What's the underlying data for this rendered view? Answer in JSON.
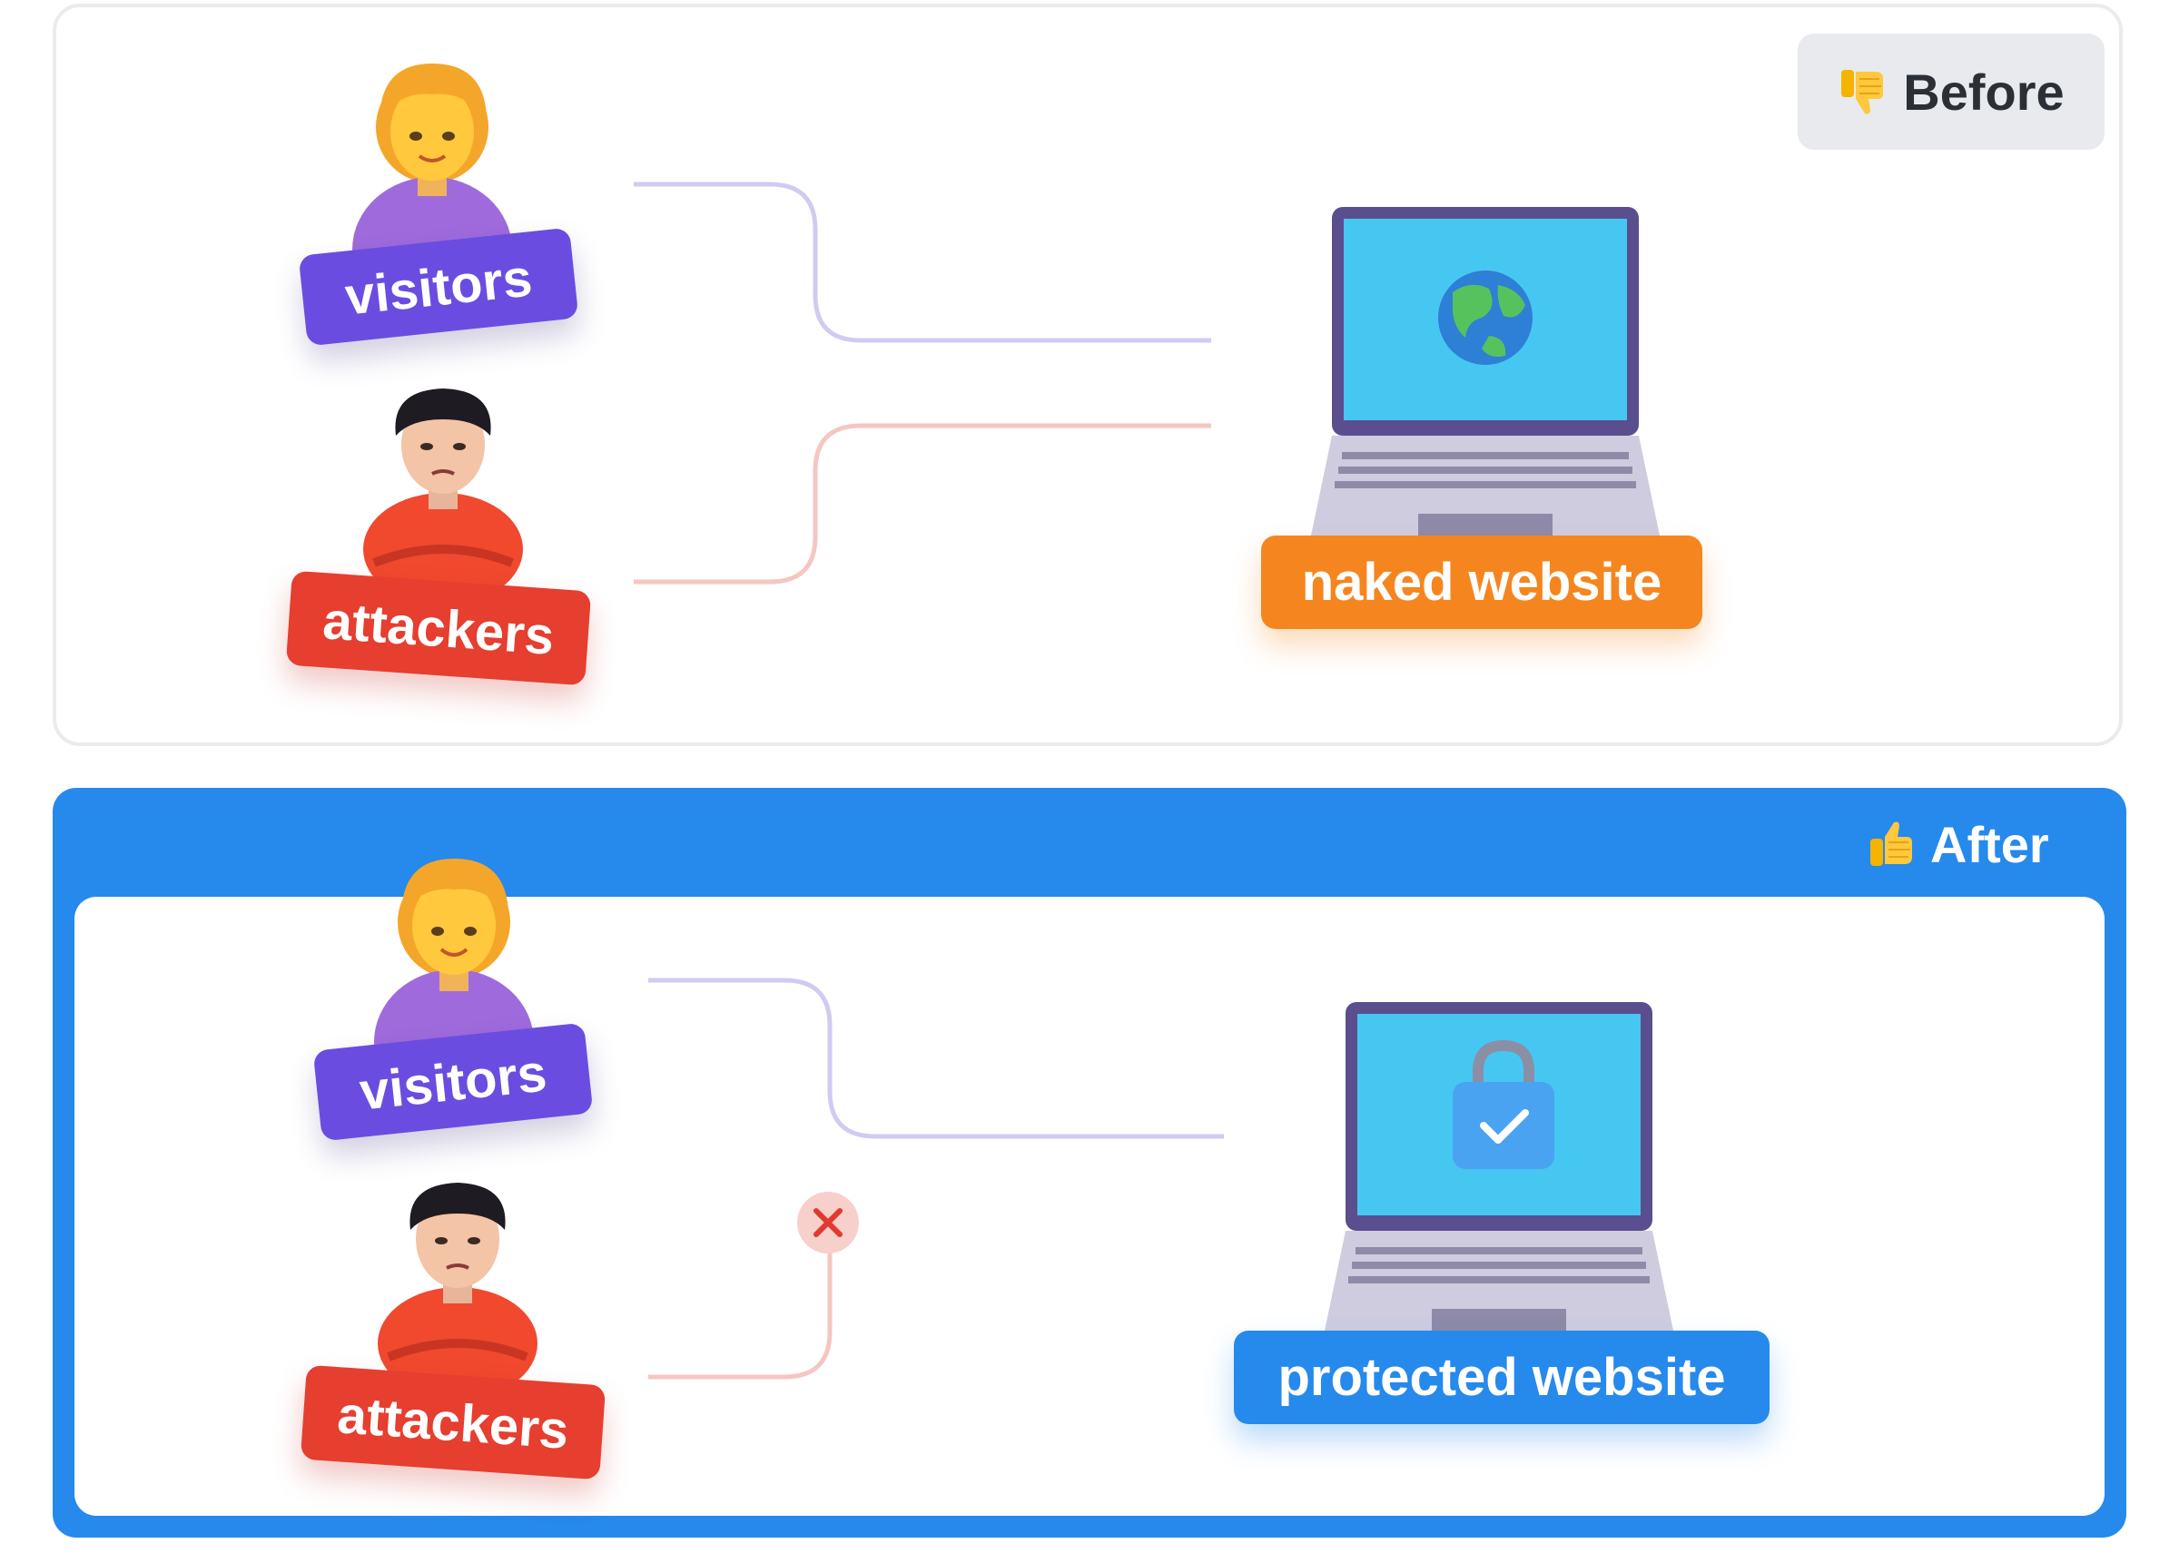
{
  "before": {
    "badge_label": "Before",
    "badge_icon": "thumbs-down-icon",
    "visitors_label": "visitors",
    "attackers_label": "attackers",
    "website_label": "naked website",
    "website_icon": "globe-icon"
  },
  "after": {
    "badge_label": "After",
    "badge_icon": "thumbs-up-icon",
    "visitors_label": "visitors",
    "attackers_label": "attackers",
    "website_label": "protected website",
    "website_icon": "lock-check-icon",
    "blocked_icon": "x-icon"
  },
  "colors": {
    "visitors": "#6a4de0",
    "attackers": "#e63e2f",
    "naked": "#f5861f",
    "protected": "#2689ec",
    "visitor_line": "#d3caf3",
    "attacker_line": "#f6c6c1"
  }
}
